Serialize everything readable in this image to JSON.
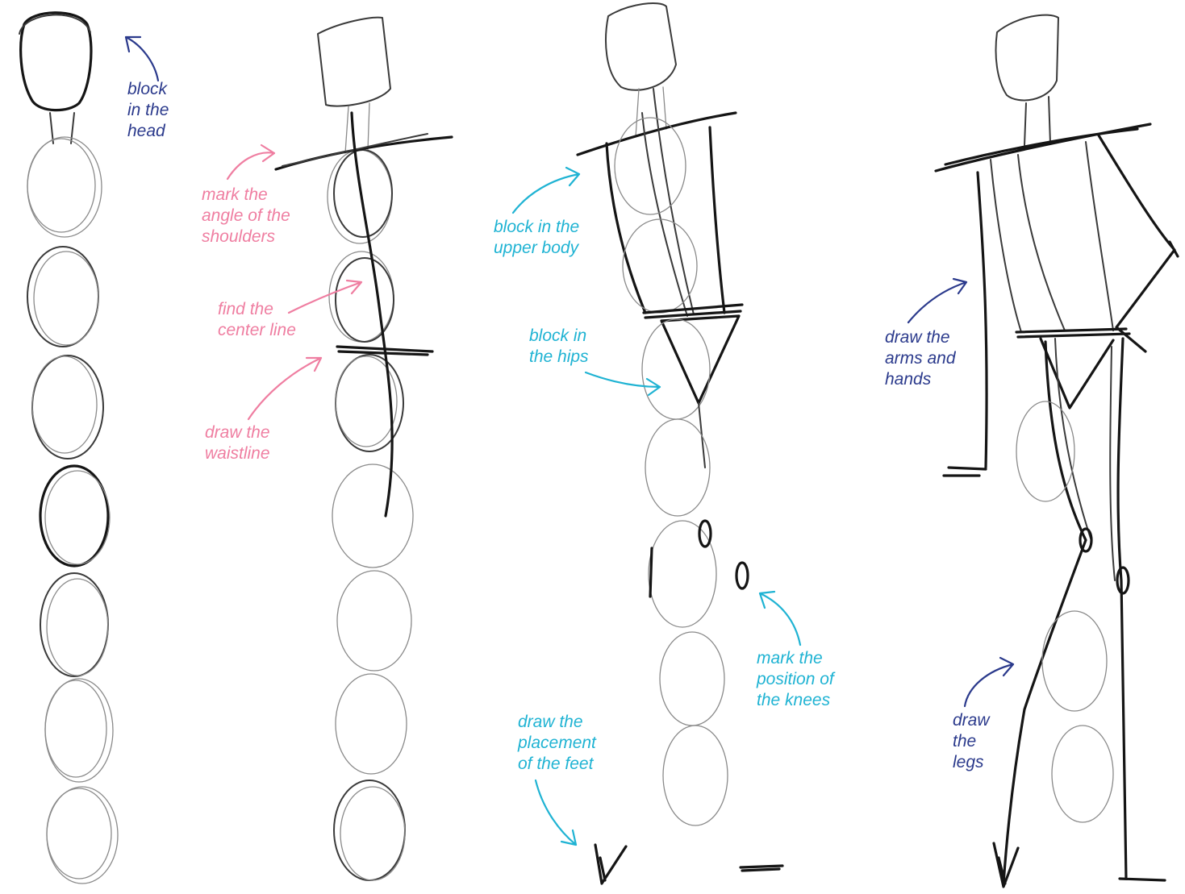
{
  "palette": {
    "navy": "#2b3a8c",
    "pink": "#ef7ea1",
    "cyan": "#1fb3d3",
    "pencil": "#2a2a2a"
  },
  "steps": {
    "step1": {
      "head": "block\nin the\nhead"
    },
    "step2": {
      "shoulders": "mark the\nangle of the\nshoulders",
      "center_line": "find the\ncenter line",
      "waistline": "draw the\nwaistline"
    },
    "step3": {
      "upper_body": "block in the\nupper body",
      "hips": "block in\nthe hips",
      "knees": "mark the\nposition of\nthe knees",
      "feet": "draw the\nplacement\nof the feet"
    },
    "step4": {
      "arms": "draw the\narms and\nhands",
      "legs": "draw\nthe\nlegs"
    }
  }
}
